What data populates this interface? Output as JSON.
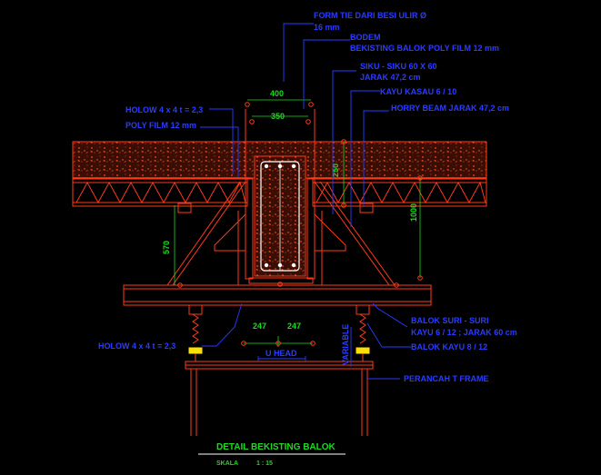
{
  "labels": {
    "form_tie": "FORM TIE DARI BESI ULIR Ø",
    "form_tie_size": "16 mm",
    "bodem": "BODEM",
    "bekisting": "BEKISTING BALOK POLY FILM 12 mm",
    "siku": "SIKU - SIKU 60 X 60",
    "siku_jarak": "JARAK 47,2 cm",
    "kayu_kasau": "KAYU KASAU 6 / 10",
    "horry_beam": "HORRY BEAM JARAK 47,2 cm",
    "hollow_top": "HOLOW 4 x 4 t = 2,3",
    "poly_film": "POLY FILM 12 mm",
    "hollow_bottom": "HOLOW 4 x 4 t = 2,3",
    "balok_suri": "BALOK SURI - SURI",
    "balok_suri_detail": "KAYU 6 / 12 ; JARAK 60 cm",
    "balok_kayu": "BALOK KAYU 8 / 12",
    "perancah": "PERANCAH T FRAME",
    "u_head": "U HEAD",
    "variable": "VARIABLE"
  },
  "dimensions": {
    "d400": "400",
    "d350": "350",
    "d250": "250",
    "d1000": "1000",
    "d570": "570",
    "d247a": "247",
    "d247b": "247"
  },
  "title": {
    "text": "DETAIL BEKISTING BALOK",
    "scale_label": "SKALA",
    "scale_value": "1 : 15"
  },
  "colors": {
    "structure": "#ff3a1a",
    "concrete_fill": "#5a1a08",
    "annotation": "#2a3cff",
    "dimension": "#1fd81f",
    "white_line": "#ffffff",
    "yellow": "#ffe000"
  }
}
